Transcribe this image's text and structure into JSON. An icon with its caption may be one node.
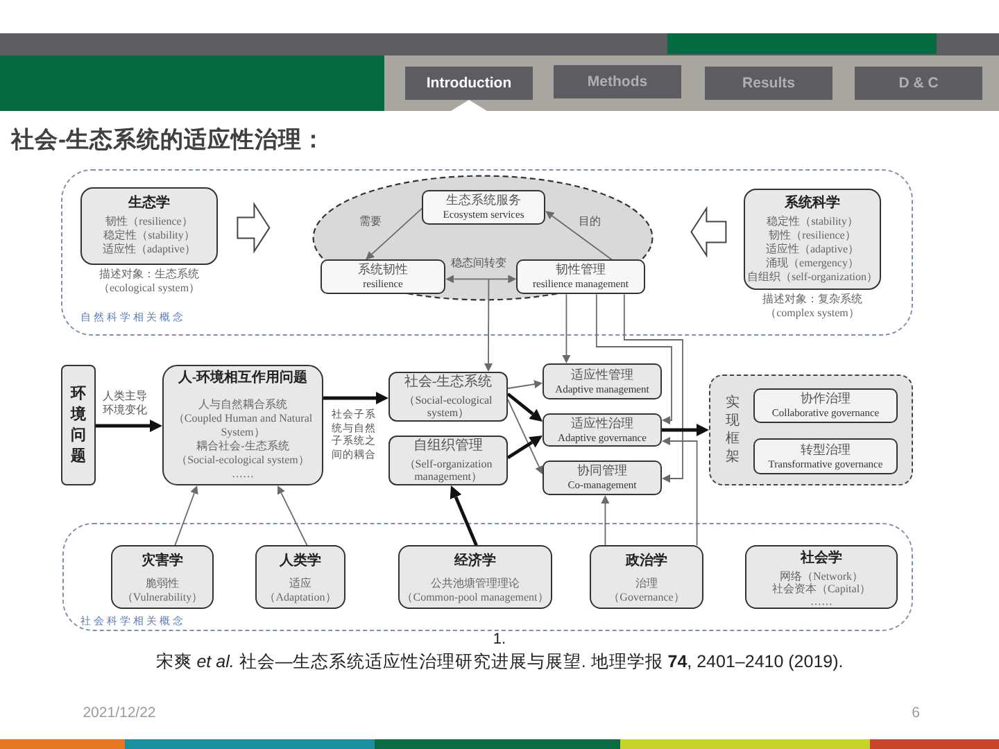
{
  "diagram": {
    "title": "社会-生态系统的适应性治理：",
    "caption": "宋爽 *et al.* 社会—生态系统适应性治理研究进展与展望. 地理学报 **74**, 2401–2410 (2019).",
    "nodes": [
      {
        "text": [
          "自然科学相关概念"
        ]
      },
      {
        "text": [
          "生态学",
          "韧性（resilience）",
          "稳定性（stability）",
          "适应性（adaptive）"
        ],
        "in": 0,
        "beside": [
          "描述对象：生态系统",
          "（ecological system）"
        ]
      },
      {
        "text": [],
        "shape": "ellipse",
        "in": 0
      },
      {
        "text": [
          "生态系统服务",
          "Ecosystem services"
        ],
        "in": 2
      },
      {
        "text": [
          "系统韧性",
          "resilience"
        ],
        "in": 2
      },
      {
        "text": [
          "韧性管理",
          "resilience management"
        ],
        "in": 2
      },
      {
        "text": [
          "系统科学",
          "稳定性（stability）",
          "韧性（resilience）",
          "适应性（adaptive）",
          "涌现（emergency）",
          "自组织（self-organization）"
        ],
        "in": 0,
        "beside": [
          "描述对象：复杂系统",
          "（complex system）"
        ]
      },
      {
        "text": [
          "环境问题"
        ]
      },
      {
        "text": [
          "人-环境相互作用问题",
          "人与自然耦合系统",
          "（Coupled Human and Natural System）",
          "耦合社会-生态系统",
          "（Social-ecological system）",
          "……"
        ]
      },
      {
        "text": [
          "社会-生态系统",
          "（Social-ecological system）"
        ]
      },
      {
        "text": [
          "自组织管理",
          "（Self-organization management）"
        ]
      },
      {
        "text": [
          "适应性管理",
          "Adaptive management"
        ]
      },
      {
        "text": [
          "适应性治理",
          "Adaptive governance"
        ]
      },
      {
        "text": [
          "协同管理",
          "Co-management"
        ]
      },
      {
        "text": [
          "实现框架"
        ]
      },
      {
        "text": [
          "协作治理",
          "Collaborative governance"
        ],
        "in": 14
      },
      {
        "text": [
          "转型治理",
          "Transformative governance"
        ],
        "in": 14
      },
      {
        "text": [
          "社会科学相关概念"
        ]
      },
      {
        "text": [
          "灾害学",
          "脆弱性",
          "（Vulnerability）"
        ],
        "in": 17
      },
      {
        "text": [
          "人类学",
          "适应",
          "（Adaptation）"
        ],
        "in": 17
      },
      {
        "text": [
          "经济学",
          "公共池塘管理理论",
          "（Common-pool management）"
        ],
        "in": 17
      },
      {
        "text": [
          "政治学",
          "治理",
          "（Governance）"
        ],
        "in": 17
      },
      {
        "text": [
          "社会学",
          "网络（Network）",
          "社会资本（Capital）",
          "……"
        ],
        "in": 17
      }
    ],
    "edges": [
      {
        "from": 1,
        "to": 2,
        "arrow": "to"
      },
      {
        "from": 6,
        "to": 2,
        "arrow": "to"
      },
      {
        "from": 3,
        "to": 4,
        "arrow": "to",
        "label": "需要"
      },
      {
        "from": 5,
        "to": 3,
        "arrow": "to",
        "label": "目的"
      },
      {
        "from": 4,
        "to": 5,
        "arrow": "both",
        "label": "稳态间转变"
      },
      {
        "from": null,
        "to": 9,
        "arrow": "to"
      },
      {
        "from": 5,
        "to": 11,
        "arrow": "to"
      },
      {
        "from": 5,
        "to": 12,
        "arrow": "to"
      },
      {
        "from": 5,
        "to": 13,
        "arrow": "to"
      },
      {
        "from": 7,
        "to": 8,
        "arrow": "to",
        "label": "人类主导环境变化",
        "style": "thick"
      },
      {
        "from": 8,
        "to": 9,
        "arrow": "to",
        "label": "社会子系统与自然子系统之间的耦合",
        "style": "thick"
      },
      {
        "from": 9,
        "to": 11,
        "arrow": "to"
      },
      {
        "from": 9,
        "to": 12,
        "arrow": "to",
        "style": "thick"
      },
      {
        "from": 9,
        "to": 13,
        "arrow": "to"
      },
      {
        "from": 10,
        "to": 12,
        "arrow": "to",
        "style": "thick"
      },
      {
        "from": 12,
        "to": 14,
        "arrow": "to",
        "style": "thick"
      },
      {
        "from": 18,
        "to": 8,
        "arrow": "to"
      },
      {
        "from": 19,
        "to": 8,
        "arrow": "to"
      },
      {
        "from": 20,
        "to": 10,
        "arrow": "to",
        "style": "thick"
      },
      {
        "from": 21,
        "to": 13,
        "arrow": "to"
      },
      {
        "from": 21,
        "to": 12,
        "arrow": "to"
      }
    ],
    "labels": [
      "Introduction",
      "Methods",
      "Results",
      "D & C",
      "1.",
      "2021/12/22",
      "6"
    ]
  }
}
